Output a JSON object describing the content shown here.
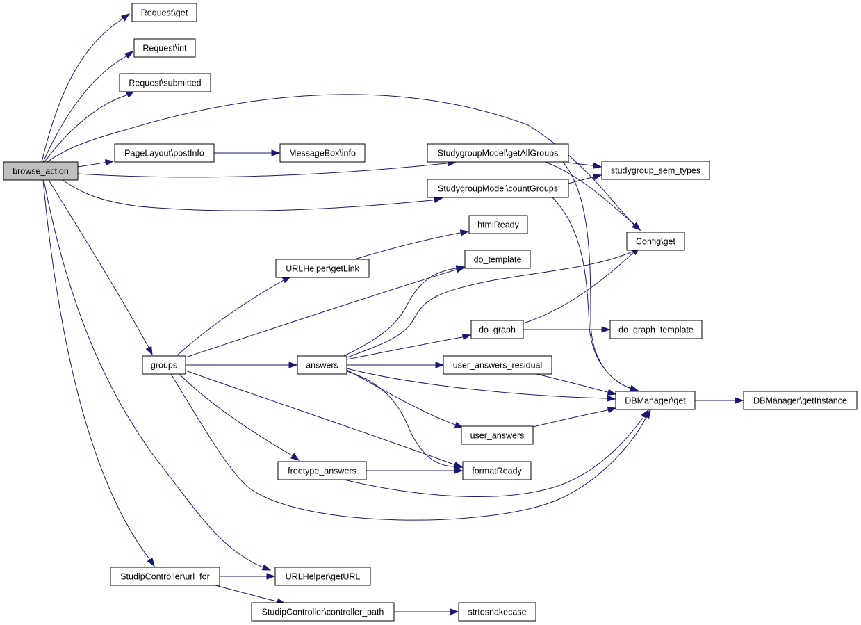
{
  "diagram": {
    "nodes": [
      {
        "id": "browse_action",
        "label": "browse_action",
        "root": true
      },
      {
        "id": "req_get",
        "label": "Request\\get"
      },
      {
        "id": "req_int",
        "label": "Request\\int"
      },
      {
        "id": "req_submitted",
        "label": "Request\\submitted"
      },
      {
        "id": "postinfo",
        "label": "PageLayout\\postInfo"
      },
      {
        "id": "msgbox_info",
        "label": "MessageBox\\info"
      },
      {
        "id": "getallgroups",
        "label": "StudygroupModel\\getAllGroups"
      },
      {
        "id": "countgroups",
        "label": "StudygroupModel\\countGroups"
      },
      {
        "id": "sem_types",
        "label": "studygroup_sem_types"
      },
      {
        "id": "config_get",
        "label": "Config\\get"
      },
      {
        "id": "htmlready",
        "label": "htmlReady"
      },
      {
        "id": "urlhelper_getlink",
        "label": "URLHelper\\getLink"
      },
      {
        "id": "do_template",
        "label": "do_template"
      },
      {
        "id": "do_graph",
        "label": "do_graph"
      },
      {
        "id": "do_graph_template",
        "label": "do_graph_template"
      },
      {
        "id": "groups",
        "label": "groups"
      },
      {
        "id": "answers",
        "label": "answers"
      },
      {
        "id": "user_answers_residual",
        "label": "user_answers_residual"
      },
      {
        "id": "dbmanager_get",
        "label": "DBManager\\get"
      },
      {
        "id": "dbmanager_getinstance",
        "label": "DBManager\\getInstance"
      },
      {
        "id": "user_answers",
        "label": "user_answers"
      },
      {
        "id": "freetype_answers",
        "label": "freetype_answers"
      },
      {
        "id": "formatready",
        "label": "formatReady"
      },
      {
        "id": "url_for",
        "label": "StudipController\\url_for"
      },
      {
        "id": "urlhelper_geturl",
        "label": "URLHelper\\getURL"
      },
      {
        "id": "controller_path",
        "label": "StudipController\\controller_path"
      },
      {
        "id": "strtosnakecase",
        "label": "strtosnakecase"
      }
    ],
    "edges": [
      {
        "from": "browse_action",
        "to": "req_get"
      },
      {
        "from": "browse_action",
        "to": "req_int"
      },
      {
        "from": "browse_action",
        "to": "req_submitted"
      },
      {
        "from": "browse_action",
        "to": "config_get"
      },
      {
        "from": "browse_action",
        "to": "postinfo"
      },
      {
        "from": "browse_action",
        "to": "getallgroups"
      },
      {
        "from": "browse_action",
        "to": "countgroups"
      },
      {
        "from": "browse_action",
        "to": "groups"
      },
      {
        "from": "browse_action",
        "to": "url_for"
      },
      {
        "from": "browse_action",
        "to": "urlhelper_geturl"
      },
      {
        "from": "postinfo",
        "to": "msgbox_info"
      },
      {
        "from": "getallgroups",
        "to": "sem_types"
      },
      {
        "from": "getallgroups",
        "to": "config_get"
      },
      {
        "from": "getallgroups",
        "to": "dbmanager_get"
      },
      {
        "from": "countgroups",
        "to": "sem_types"
      },
      {
        "from": "countgroups",
        "to": "dbmanager_get"
      },
      {
        "from": "urlhelper_getlink",
        "to": "htmlready"
      },
      {
        "from": "groups",
        "to": "urlhelper_getlink"
      },
      {
        "from": "groups",
        "to": "do_template"
      },
      {
        "from": "groups",
        "to": "answers"
      },
      {
        "from": "groups",
        "to": "formatready"
      },
      {
        "from": "groups",
        "to": "freetype_answers"
      },
      {
        "from": "groups",
        "to": "dbmanager_get"
      },
      {
        "from": "answers",
        "to": "do_template"
      },
      {
        "from": "answers",
        "to": "config_get"
      },
      {
        "from": "answers",
        "to": "do_graph"
      },
      {
        "from": "answers",
        "to": "user_answers_residual"
      },
      {
        "from": "answers",
        "to": "dbmanager_get"
      },
      {
        "from": "answers",
        "to": "user_answers"
      },
      {
        "from": "answers",
        "to": "formatready"
      },
      {
        "from": "do_graph",
        "to": "config_get"
      },
      {
        "from": "do_graph",
        "to": "do_graph_template"
      },
      {
        "from": "user_answers_residual",
        "to": "dbmanager_get"
      },
      {
        "from": "user_answers",
        "to": "dbmanager_get"
      },
      {
        "from": "freetype_answers",
        "to": "formatready"
      },
      {
        "from": "freetype_answers",
        "to": "dbmanager_get"
      },
      {
        "from": "dbmanager_get",
        "to": "dbmanager_getinstance"
      },
      {
        "from": "url_for",
        "to": "urlhelper_geturl"
      },
      {
        "from": "url_for",
        "to": "controller_path"
      },
      {
        "from": "controller_path",
        "to": "strtosnakecase"
      }
    ]
  },
  "style": {
    "edge_color": "#191970",
    "node_fill": "#ffffff",
    "root_fill": "#bfbfbf",
    "border_color": "#000000"
  }
}
